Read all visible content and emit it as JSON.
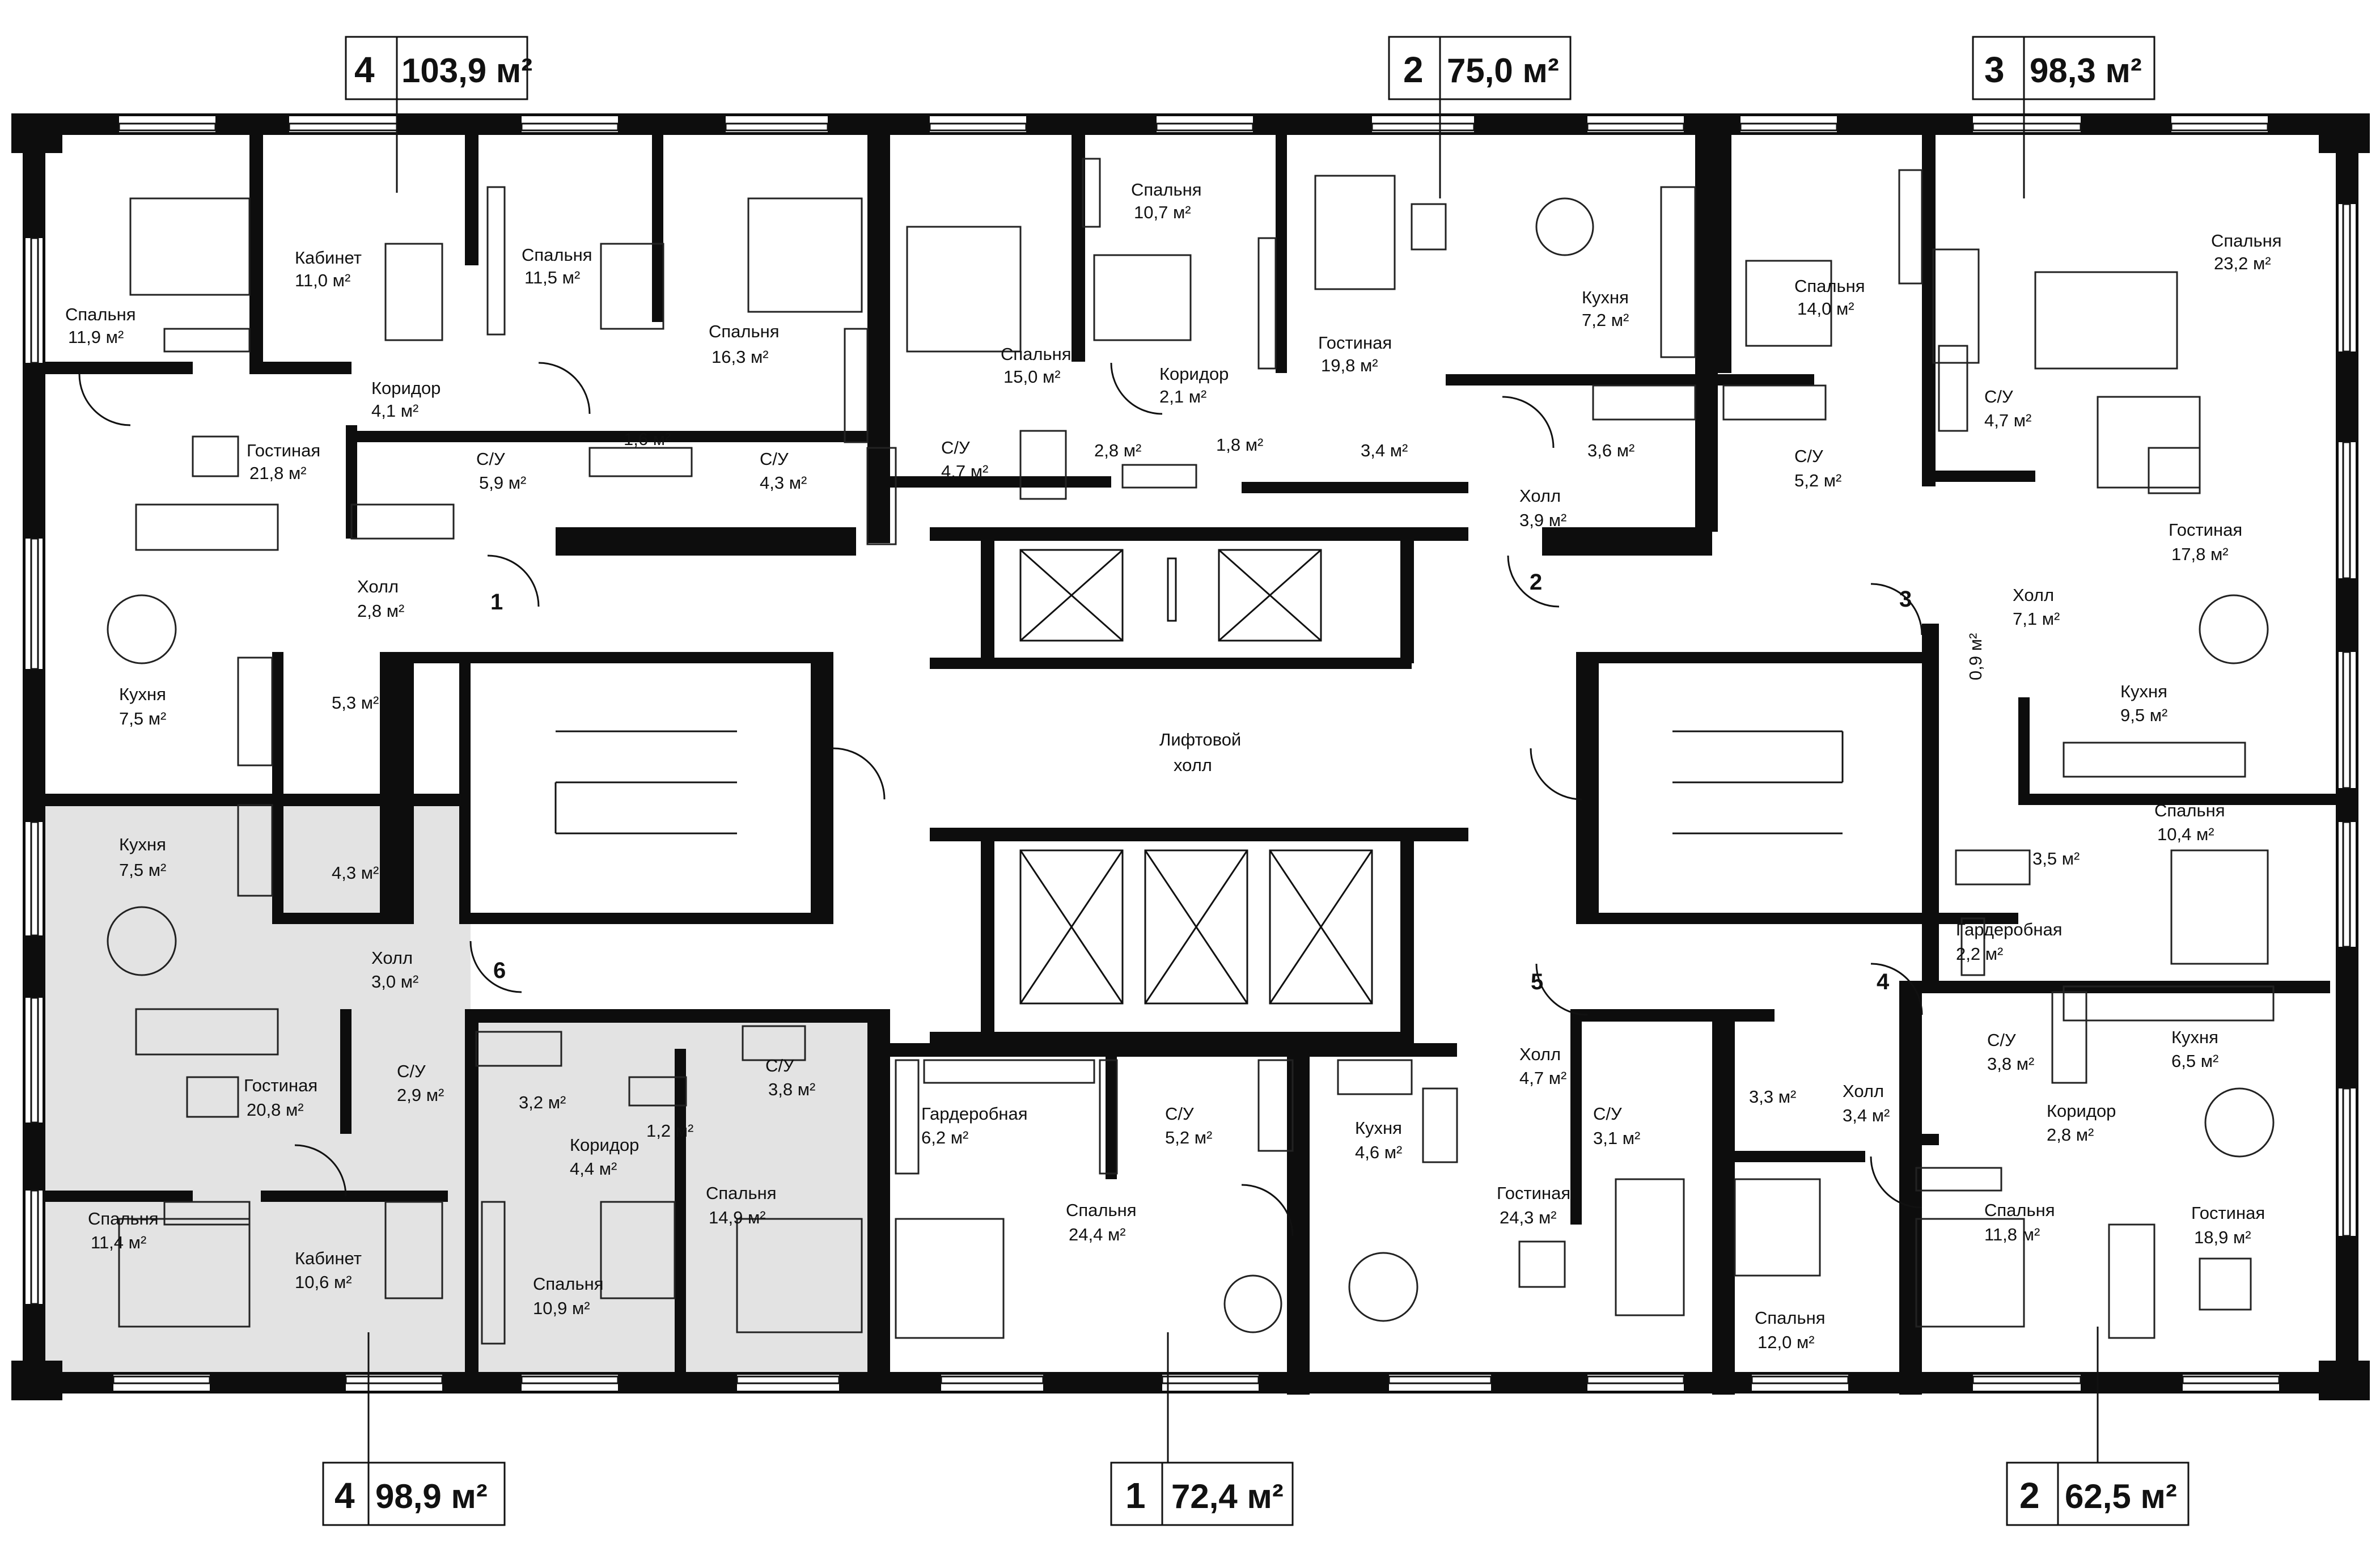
{
  "colors": {
    "wall": "#0d0d0d",
    "highlight": "#e3e3e3",
    "background": "#ffffff"
  },
  "apartments": [
    {
      "number": "4",
      "area": "103,9 м²"
    },
    {
      "number": "2",
      "area": "75,0 м²"
    },
    {
      "number": "3",
      "area": "98,3 м²"
    },
    {
      "number": "4",
      "area": "98,9 м²"
    },
    {
      "number": "1",
      "area": "72,4 м²"
    },
    {
      "number": "2",
      "area": "62,5 м²"
    }
  ],
  "entrances": [
    "1",
    "2",
    "3",
    "4",
    "5",
    "6"
  ],
  "rooms": [
    {
      "name": "Спальня",
      "area": "11,9 м²"
    },
    {
      "name": "Кабинет",
      "area": "11,0 м²"
    },
    {
      "name": "Спальня",
      "area": "11,5 м²"
    },
    {
      "name": "Спальня",
      "area": "16,3 м²"
    },
    {
      "name": "Спальня",
      "area": "10,7 м²"
    },
    {
      "name": "Спальня",
      "area": "15,0 м²"
    },
    {
      "name": "Гостиная",
      "area": "19,8 м²"
    },
    {
      "name": "Кухня",
      "area": "7,2 м²"
    },
    {
      "name": "Спальня",
      "area": "14,0 м²"
    },
    {
      "name": "Спальня",
      "area": "23,2 м²"
    },
    {
      "name": "Коридор",
      "area": "4,1 м²"
    },
    {
      "name": "Коридор",
      "area": "2,1 м²"
    },
    {
      "name": "Гостиная",
      "area": "21,8 м²"
    },
    {
      "name": "С/У",
      "area": "5,9 м²"
    },
    {
      "name": "",
      "area": "1,6 м²"
    },
    {
      "name": "С/У",
      "area": "4,3 м²"
    },
    {
      "name": "С/У",
      "area": "4,7 м²"
    },
    {
      "name": "",
      "area": "2,8 м²"
    },
    {
      "name": "",
      "area": "1,8 м²"
    },
    {
      "name": "",
      "area": "3,4 м²"
    },
    {
      "name": "",
      "area": "3,6 м²"
    },
    {
      "name": "С/У",
      "area": "5,2 м²"
    },
    {
      "name": "С/У",
      "area": "4,7 м²"
    },
    {
      "name": "Холл",
      "area": "3,9 м²"
    },
    {
      "name": "Гостиная",
      "area": "17,8 м²"
    },
    {
      "name": "Холл",
      "area": "2,8 м²"
    },
    {
      "name": "Холл",
      "area": "7,1 м²"
    },
    {
      "name": "",
      "area": "0,9 м²"
    },
    {
      "name": "Кухня",
      "area": "7,5 м²"
    },
    {
      "name": "",
      "area": "5,3 м²"
    },
    {
      "name": "Кухня",
      "area": "9,5 м²"
    },
    {
      "name": "Кухня",
      "area": "7,5 м²"
    },
    {
      "name": "",
      "area": "4,3 м²"
    },
    {
      "name": "Спальня",
      "area": "10,4 м²"
    },
    {
      "name": "",
      "area": "3,5 м²"
    },
    {
      "name": "Гардеробная",
      "area": "2,2 м²"
    },
    {
      "name": "Холл",
      "area": "3,0 м²"
    },
    {
      "name": "С/У",
      "area": "3,8 м²"
    },
    {
      "name": "Кухня",
      "area": "6,5 м²"
    },
    {
      "name": "Гостиная",
      "area": "20,8 м²"
    },
    {
      "name": "С/У",
      "area": "2,9 м²"
    },
    {
      "name": "",
      "area": "3,2 м²"
    },
    {
      "name": "",
      "area": "1,2 м²"
    },
    {
      "name": "С/У",
      "area": "3,8 м²"
    },
    {
      "name": "Гардеробная",
      "area": "6,2 м²"
    },
    {
      "name": "С/У",
      "area": "5,2 м²"
    },
    {
      "name": "Кухня",
      "area": "4,6 м²"
    },
    {
      "name": "Холл",
      "area": "4,7 м²"
    },
    {
      "name": "С/У",
      "area": "3,1 м²"
    },
    {
      "name": "",
      "area": "3,3 м²"
    },
    {
      "name": "Холл",
      "area": "3,4 м²"
    },
    {
      "name": "Коридор",
      "area": "2,8 м²"
    },
    {
      "name": "Коридор",
      "area": "4,4 м²"
    },
    {
      "name": "Спальня",
      "area": "11,4 м²"
    },
    {
      "name": "Кабинет",
      "area": "10,6 м²"
    },
    {
      "name": "Спальня",
      "area": "10,9 м²"
    },
    {
      "name": "Спальня",
      "area": "14,9 м²"
    },
    {
      "name": "Спальня",
      "area": "24,4 м²"
    },
    {
      "name": "Гостиная",
      "area": "24,3 м²"
    },
    {
      "name": "Спальня",
      "area": "12,0 м²"
    },
    {
      "name": "Спальня",
      "area": "11,8 м²"
    },
    {
      "name": "Гостиная",
      "area": "18,9 м²"
    }
  ],
  "core": {
    "lobby_line1": "Лифтовой",
    "lobby_line2": "холл"
  }
}
